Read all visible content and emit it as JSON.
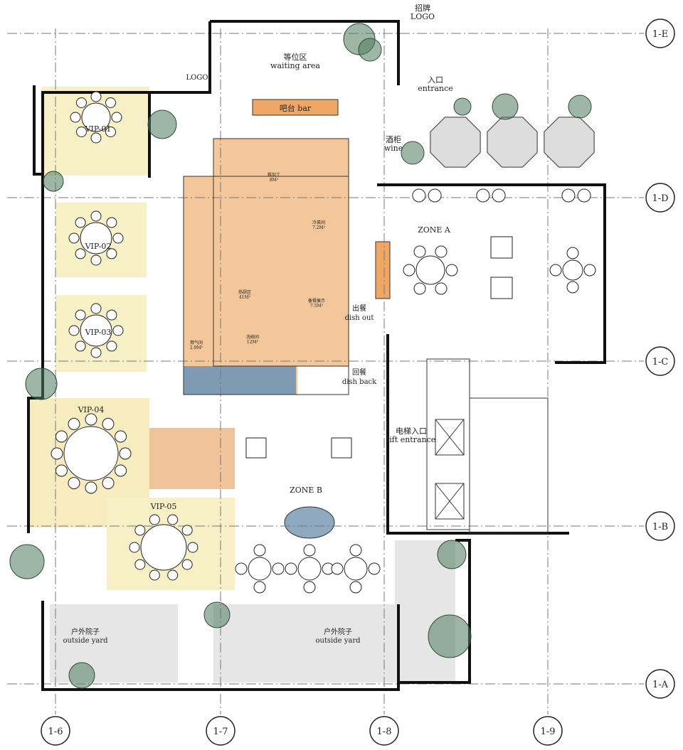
{
  "grid_axes": {
    "rows": [
      "1-E",
      "1-D",
      "1-C",
      "1-B",
      "1-A"
    ],
    "columns": [
      "1-6",
      "1-7",
      "1-8",
      "1-9"
    ]
  },
  "rooms": {
    "signage": {
      "cn": "招牌",
      "en": "LOGO"
    },
    "logo_left": "LOGO",
    "waiting": {
      "cn": "等位区",
      "en": "waiting area"
    },
    "bar": "吧台 bar",
    "entrance": {
      "cn": "入口",
      "en": "entrance"
    },
    "wine": {
      "cn": "酒柜",
      "en": "wine"
    },
    "vip": [
      "VIP-01",
      "VIP-02",
      "VIP-03",
      "VIP-04",
      "VIP-05"
    ],
    "zone_a": "ZONE A",
    "zone_b": "ZONE B",
    "dish_out": {
      "cn": "出餐",
      "en": "dish out"
    },
    "dish_back": {
      "cn": "回餐",
      "en": "dish back"
    },
    "lift": {
      "cn": "电梯入口",
      "en": "lift entrance"
    },
    "yard_left": {
      "cn": "户外院子",
      "en": "outside yard"
    },
    "yard_right": {
      "cn": "户外院子",
      "en": "outside yard"
    },
    "kitchen": [
      {
        "name": "粗加工",
        "area": "8M²"
      },
      {
        "name": "冷菜间",
        "area": "7.2M²"
      },
      {
        "name": "热厨区",
        "area": "41M²"
      },
      {
        "name": "备餐展示",
        "area": "7.5M²"
      },
      {
        "name": "洗碗间",
        "area": "12M²"
      },
      {
        "name": "燃气间",
        "area": "2.9M²"
      }
    ]
  },
  "colors": {
    "vip_fill": "#f7efc6",
    "kitchen_fill": "#f3c79a",
    "restroom_fill": "#7f9bb3",
    "yard_fill": "#e4e4e4",
    "tree": "#4f7a5c",
    "accent_orange": "#f0a766"
  }
}
